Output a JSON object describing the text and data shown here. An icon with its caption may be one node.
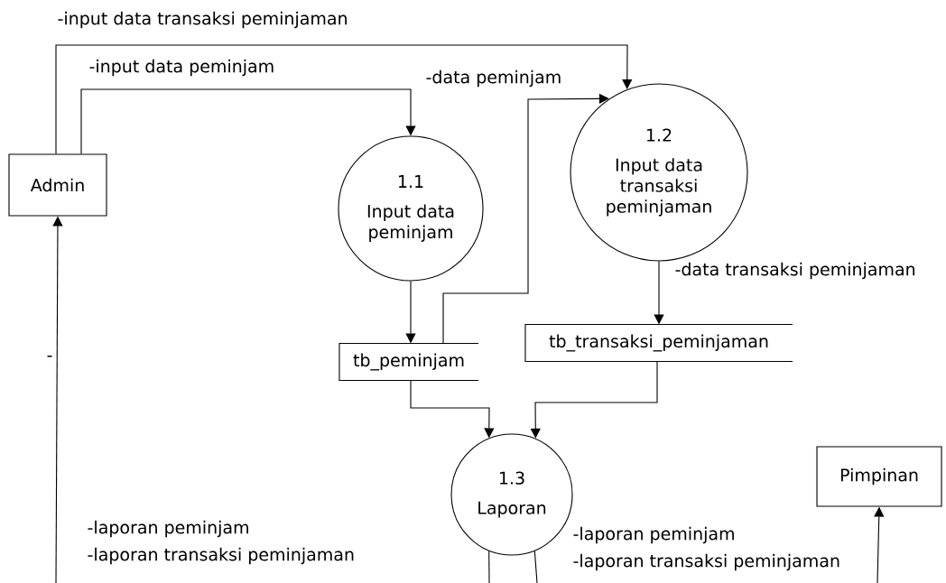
{
  "diagram": {
    "nodes": [
      {
        "text": [
          "Admin"
        ]
      },
      {
        "text": [
          "1.1",
          "Input data peminjam"
        ]
      },
      {
        "text": [
          "1.2",
          "Input data transaksi peminjaman"
        ]
      },
      {
        "text": [
          "tb_peminjam"
        ]
      },
      {
        "text": [
          "tb_transaksi_peminjaman"
        ]
      },
      {
        "text": [
          "1.3",
          "Laporan"
        ]
      },
      {
        "text": [
          "Pimpinan"
        ]
      }
    ],
    "edges": [
      {
        "from": 0,
        "to": 2,
        "arrow": "to",
        "label": "-input data transaksi peminjaman"
      },
      {
        "from": 0,
        "to": 1,
        "arrow": "to",
        "label": "-input data peminjam"
      },
      {
        "from": 1,
        "to": 3,
        "arrow": "to"
      },
      {
        "from": 3,
        "to": 2,
        "arrow": "to",
        "label": "-data peminjam"
      },
      {
        "from": 2,
        "to": 4,
        "arrow": "to",
        "label": "-data transaksi peminjaman"
      },
      {
        "from": 3,
        "to": 5,
        "arrow": "to"
      },
      {
        "from": 4,
        "to": 5,
        "arrow": "to"
      },
      {
        "from": 5,
        "to": null,
        "arrow": "none"
      },
      {
        "from": 5,
        "to": null,
        "arrow": "none"
      },
      {
        "from": null,
        "to": 0,
        "arrow": "to"
      },
      {
        "from": null,
        "to": 6,
        "arrow": "to"
      }
    ],
    "labels": [
      "-",
      "-laporan peminjam",
      "-laporan transaksi peminjaman",
      "-laporan peminjam",
      "-laporan transaksi peminjaman"
    ]
  }
}
